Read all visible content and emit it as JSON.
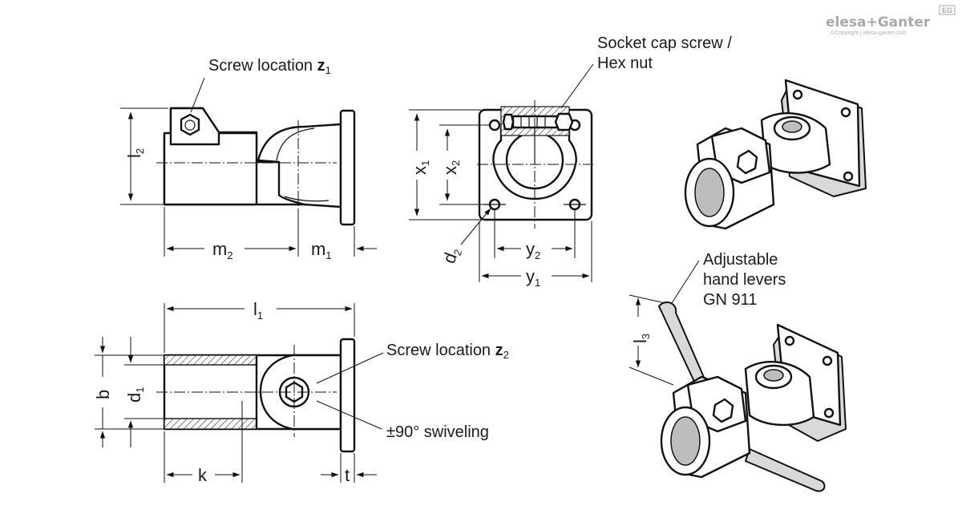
{
  "brand": {
    "logo_text": "elesa+Ganter",
    "badge": "EG",
    "copyright": "©Copyright | elesa-ganter.com",
    "logo_color": "#a8a8a8"
  },
  "callouts": {
    "screw_z1": {
      "text": "Screw location ",
      "var": "z",
      "sub": "1"
    },
    "screw_z2": {
      "text": "Screw location ",
      "var": "z",
      "sub": "2"
    },
    "socket_line1": "Socket cap screw /",
    "socket_line2": "Hex nut",
    "levers_line1": "Adjustable",
    "levers_line2": "hand levers",
    "levers_line3": "GN 911",
    "swivel": "±90° swiveling"
  },
  "dimensions": {
    "l2": {
      "main": "l",
      "sub": "2"
    },
    "m2": {
      "main": "m",
      "sub": "2"
    },
    "m1": {
      "main": "m",
      "sub": "1"
    },
    "x1": {
      "main": "x",
      "sub": "1"
    },
    "x2": {
      "main": "x",
      "sub": "2"
    },
    "d2": {
      "main": "d",
      "sub": "2"
    },
    "y2": {
      "main": "y",
      "sub": "2"
    },
    "y1": {
      "main": "y",
      "sub": "1"
    },
    "l1": {
      "main": "l",
      "sub": "1"
    },
    "b": {
      "main": "b"
    },
    "d1": {
      "main": "d",
      "sub": "1"
    },
    "k": {
      "main": "k"
    },
    "t": {
      "main": "t"
    },
    "l3": {
      "main": "l",
      "sub": "3"
    }
  }
}
